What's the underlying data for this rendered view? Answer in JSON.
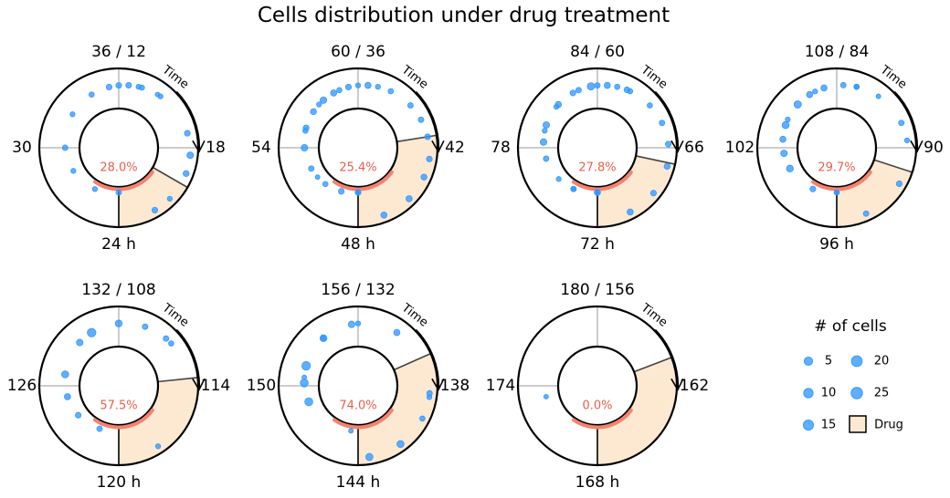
{
  "chart_data": {
    "type": "polar-bubble",
    "title": "Cells distribution under drug treatment",
    "time_label": "Time",
    "panels": [
      {
        "bottom": "24 h",
        "right": "18",
        "left": "30",
        "top": "36 / 12",
        "pct": "28.0%",
        "drug_end_h": 28.0,
        "cells": [
          [
            12.6,
            3
          ],
          [
            13.2,
            2
          ],
          [
            14.6,
            6
          ],
          [
            15.2,
            10
          ],
          [
            15.7,
            7
          ],
          [
            16.5,
            3
          ],
          [
            17.0,
            6
          ],
          [
            18,
            5
          ],
          [
            19,
            3
          ],
          [
            20.1,
            3
          ],
          [
            21,
            5
          ],
          [
            22.2,
            3
          ],
          [
            23.1,
            4
          ],
          [
            23.7,
            6
          ],
          [
            24,
            6
          ],
          [
            24.3,
            6
          ],
          [
            24.7,
            4
          ],
          [
            25.3,
            3
          ]
        ]
      },
      {
        "bottom": "48 h",
        "right": "42",
        "left": "54",
        "top": "60 / 36",
        "pct": "25.4%",
        "drug_end_h": 50.7,
        "cells": [
          [
            37,
            4
          ],
          [
            37.7,
            5
          ],
          [
            38.2,
            5
          ],
          [
            38.7,
            6
          ],
          [
            39.3,
            6
          ],
          [
            39.8,
            7
          ],
          [
            40.5,
            8
          ],
          [
            41.3,
            8
          ],
          [
            42,
            6
          ],
          [
            42.7,
            6
          ],
          [
            43.4,
            4
          ],
          [
            44.2,
            5
          ],
          [
            45,
            10
          ],
          [
            45.7,
            6
          ],
          [
            46.3,
            7
          ],
          [
            46.8,
            10
          ],
          [
            47.2,
            8
          ],
          [
            47.7,
            6
          ],
          [
            48.3,
            8
          ],
          [
            54,
            2
          ],
          [
            55.8,
            2
          ],
          [
            57.6,
            4
          ],
          [
            58.6,
            3
          ],
          [
            59.4,
            4
          ],
          [
            60,
            3
          ],
          [
            60.6,
            3
          ]
        ]
      },
      {
        "bottom": "72 h",
        "right": "66",
        "left": "78",
        "top": "84 / 60",
        "pct": "27.8%",
        "drug_end_h": 75.4,
        "cells": [
          [
            61,
            4
          ],
          [
            61.7,
            4
          ],
          [
            62.3,
            5
          ],
          [
            62.9,
            6
          ],
          [
            63.5,
            7
          ],
          [
            64.3,
            6
          ],
          [
            65.1,
            8
          ],
          [
            66,
            8
          ],
          [
            67,
            5
          ],
          [
            67.7,
            3
          ],
          [
            68.6,
            5
          ],
          [
            69.2,
            10
          ],
          [
            69.8,
            10
          ],
          [
            70.6,
            8
          ],
          [
            71.2,
            6
          ],
          [
            71.8,
            15
          ],
          [
            72.3,
            8
          ],
          [
            72.9,
            6
          ],
          [
            78,
            2
          ],
          [
            79,
            2
          ],
          [
            81.6,
            3
          ],
          [
            82.5,
            3
          ],
          [
            83.4,
            5
          ],
          [
            84,
            5
          ],
          [
            84.6,
            4
          ]
        ]
      },
      {
        "bottom": "96 h",
        "right": "90",
        "left": "102",
        "top": "108 / 84",
        "pct": "29.7%",
        "drug_end_h": 99.6,
        "cells": [
          [
            86.3,
            5
          ],
          [
            86.8,
            3
          ],
          [
            88,
            6
          ],
          [
            89.2,
            5
          ],
          [
            90,
            4
          ],
          [
            91,
            6
          ],
          [
            92.2,
            12
          ],
          [
            92.8,
            10
          ],
          [
            93.3,
            8
          ],
          [
            93.8,
            13
          ],
          [
            94.6,
            15
          ],
          [
            95.1,
            8
          ],
          [
            95.6,
            8
          ],
          [
            96.2,
            5
          ],
          [
            96.6,
            4
          ],
          [
            97.3,
            2
          ],
          [
            102,
            2
          ],
          [
            106,
            3
          ],
          [
            107.3,
            3
          ],
          [
            108.6,
            4
          ]
        ]
      },
      {
        "bottom": "120 h",
        "right": "114",
        "left": "126",
        "top": "132 / 108",
        "pct": "57.5%",
        "drug_end_h": 122.8,
        "cells": [
          [
            112.9,
            3
          ],
          [
            114.8,
            5
          ],
          [
            115.8,
            6
          ],
          [
            116.6,
            8
          ],
          [
            117.4,
            13
          ],
          [
            118.6,
            10
          ],
          [
            119.1,
            25
          ],
          [
            120,
            12
          ],
          [
            120.8,
            5
          ],
          [
            121.5,
            5
          ],
          [
            121.7,
            4
          ]
        ]
      },
      {
        "bottom": "144 h",
        "right": "138",
        "left": "150",
        "top": "156 / 132",
        "pct": "74.0%",
        "drug_end_h": 146.2,
        "cells": [
          [
            135.3,
            3
          ],
          [
            135.9,
            4
          ],
          [
            136.8,
            13
          ],
          [
            137.7,
            14
          ],
          [
            140.4,
            20
          ],
          [
            141.1,
            20
          ],
          [
            141.7,
            25
          ],
          [
            142.8,
            12
          ],
          [
            143.8,
            10
          ],
          [
            145.2,
            8
          ],
          [
            147.2,
            5
          ],
          [
            150.3,
            2
          ],
          [
            153.3,
            2
          ],
          [
            154.8,
            3
          ],
          [
            156,
            3
          ]
        ]
      },
      {
        "bottom": "168 h",
        "right": "162",
        "left": "174",
        "top": "180 / 156",
        "pct": "0.0%",
        "drug_end_h": 170.3,
        "cells": [
          [
            164.6,
            2
          ]
        ]
      }
    ],
    "legend": {
      "title": "# of cells",
      "sizes": [
        5,
        10,
        15,
        20,
        25
      ],
      "size_labels": [
        "5",
        "10",
        "15",
        "20",
        "25"
      ],
      "drug_label": "Drug"
    },
    "colors": {
      "cell": "#3399ff",
      "drug_fill": "#fde9d2",
      "drug_arc": "#f4826e",
      "pct_text": "#e8604c",
      "axis": "#999999"
    }
  }
}
